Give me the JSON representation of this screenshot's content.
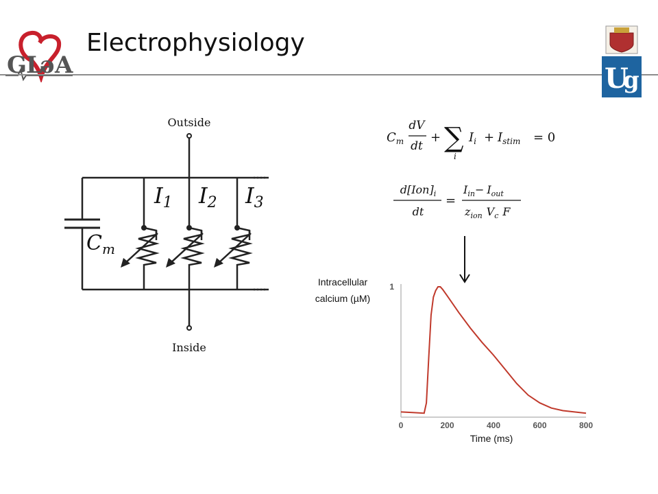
{
  "slide": {
    "title": "Electrophysiology"
  },
  "circuit": {
    "top_label": "Outside",
    "bottom_label": "Inside",
    "currents": [
      "I1",
      "I2",
      "I3"
    ],
    "capacitance_label": "Cm"
  },
  "equations": {
    "eq1": {
      "cm": "C",
      "cm_sub": "m",
      "num": "dV",
      "den": "dt",
      "plus1": "+",
      "sum_sub": "i",
      "ii": "I",
      "ii_sub": "i",
      "plus2": "+",
      "istim": "I",
      "istim_sub": "stim",
      "eq": "= 0"
    },
    "eq2": {
      "num": "d[Ion]",
      "num_sub": "i",
      "den": "dt",
      "eq": "=",
      "rnum_a": "I",
      "rnum_a_sub": "in",
      "minus": "−",
      "rnum_b": "I",
      "rnum_b_sub": "out",
      "rden_z": "z",
      "rden_z_sub": "ion",
      "rden_v": "V",
      "rden_v_sub": "c",
      "rden_f": "F"
    }
  },
  "chart_data": {
    "type": "line",
    "ylabel": [
      "Intracellular",
      "calcium (µM)"
    ],
    "xlabel": "Time (ms)",
    "xlim": [
      0,
      800
    ],
    "ylim": [
      0,
      1
    ],
    "x_ticks": [
      "0",
      "200",
      "400",
      "600",
      "800"
    ],
    "y_ticks": [
      "1"
    ],
    "series": [
      {
        "color": "#c0392b",
        "x": [
          0,
          50,
          100,
          110,
          120,
          130,
          140,
          150,
          160,
          170,
          180,
          200,
          250,
          300,
          350,
          400,
          450,
          500,
          550,
          600,
          650,
          700,
          750,
          800
        ],
        "y": [
          0.03,
          0.025,
          0.02,
          0.1,
          0.45,
          0.78,
          0.92,
          0.97,
          1.0,
          1.0,
          0.98,
          0.93,
          0.8,
          0.68,
          0.57,
          0.47,
          0.36,
          0.25,
          0.16,
          0.1,
          0.06,
          0.04,
          0.03,
          0.02
        ]
      }
    ]
  },
  "colors": {
    "curve": "#c0392b",
    "rule": "#8c8c8c",
    "ugent_blue": "#1e64a0",
    "csoa_red": "#c8202c"
  }
}
